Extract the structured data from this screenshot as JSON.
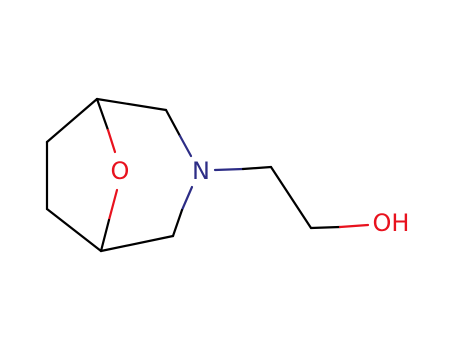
{
  "molecule": {
    "atoms": {
      "oxygen_bridge": {
        "label": "O",
        "color": "#e8121e"
      },
      "nitrogen": {
        "label": "N",
        "color": "#2d2d86"
      },
      "hydroxyl": {
        "label": "OH",
        "color": "#e8121e"
      }
    },
    "bond_color": "#000000"
  }
}
